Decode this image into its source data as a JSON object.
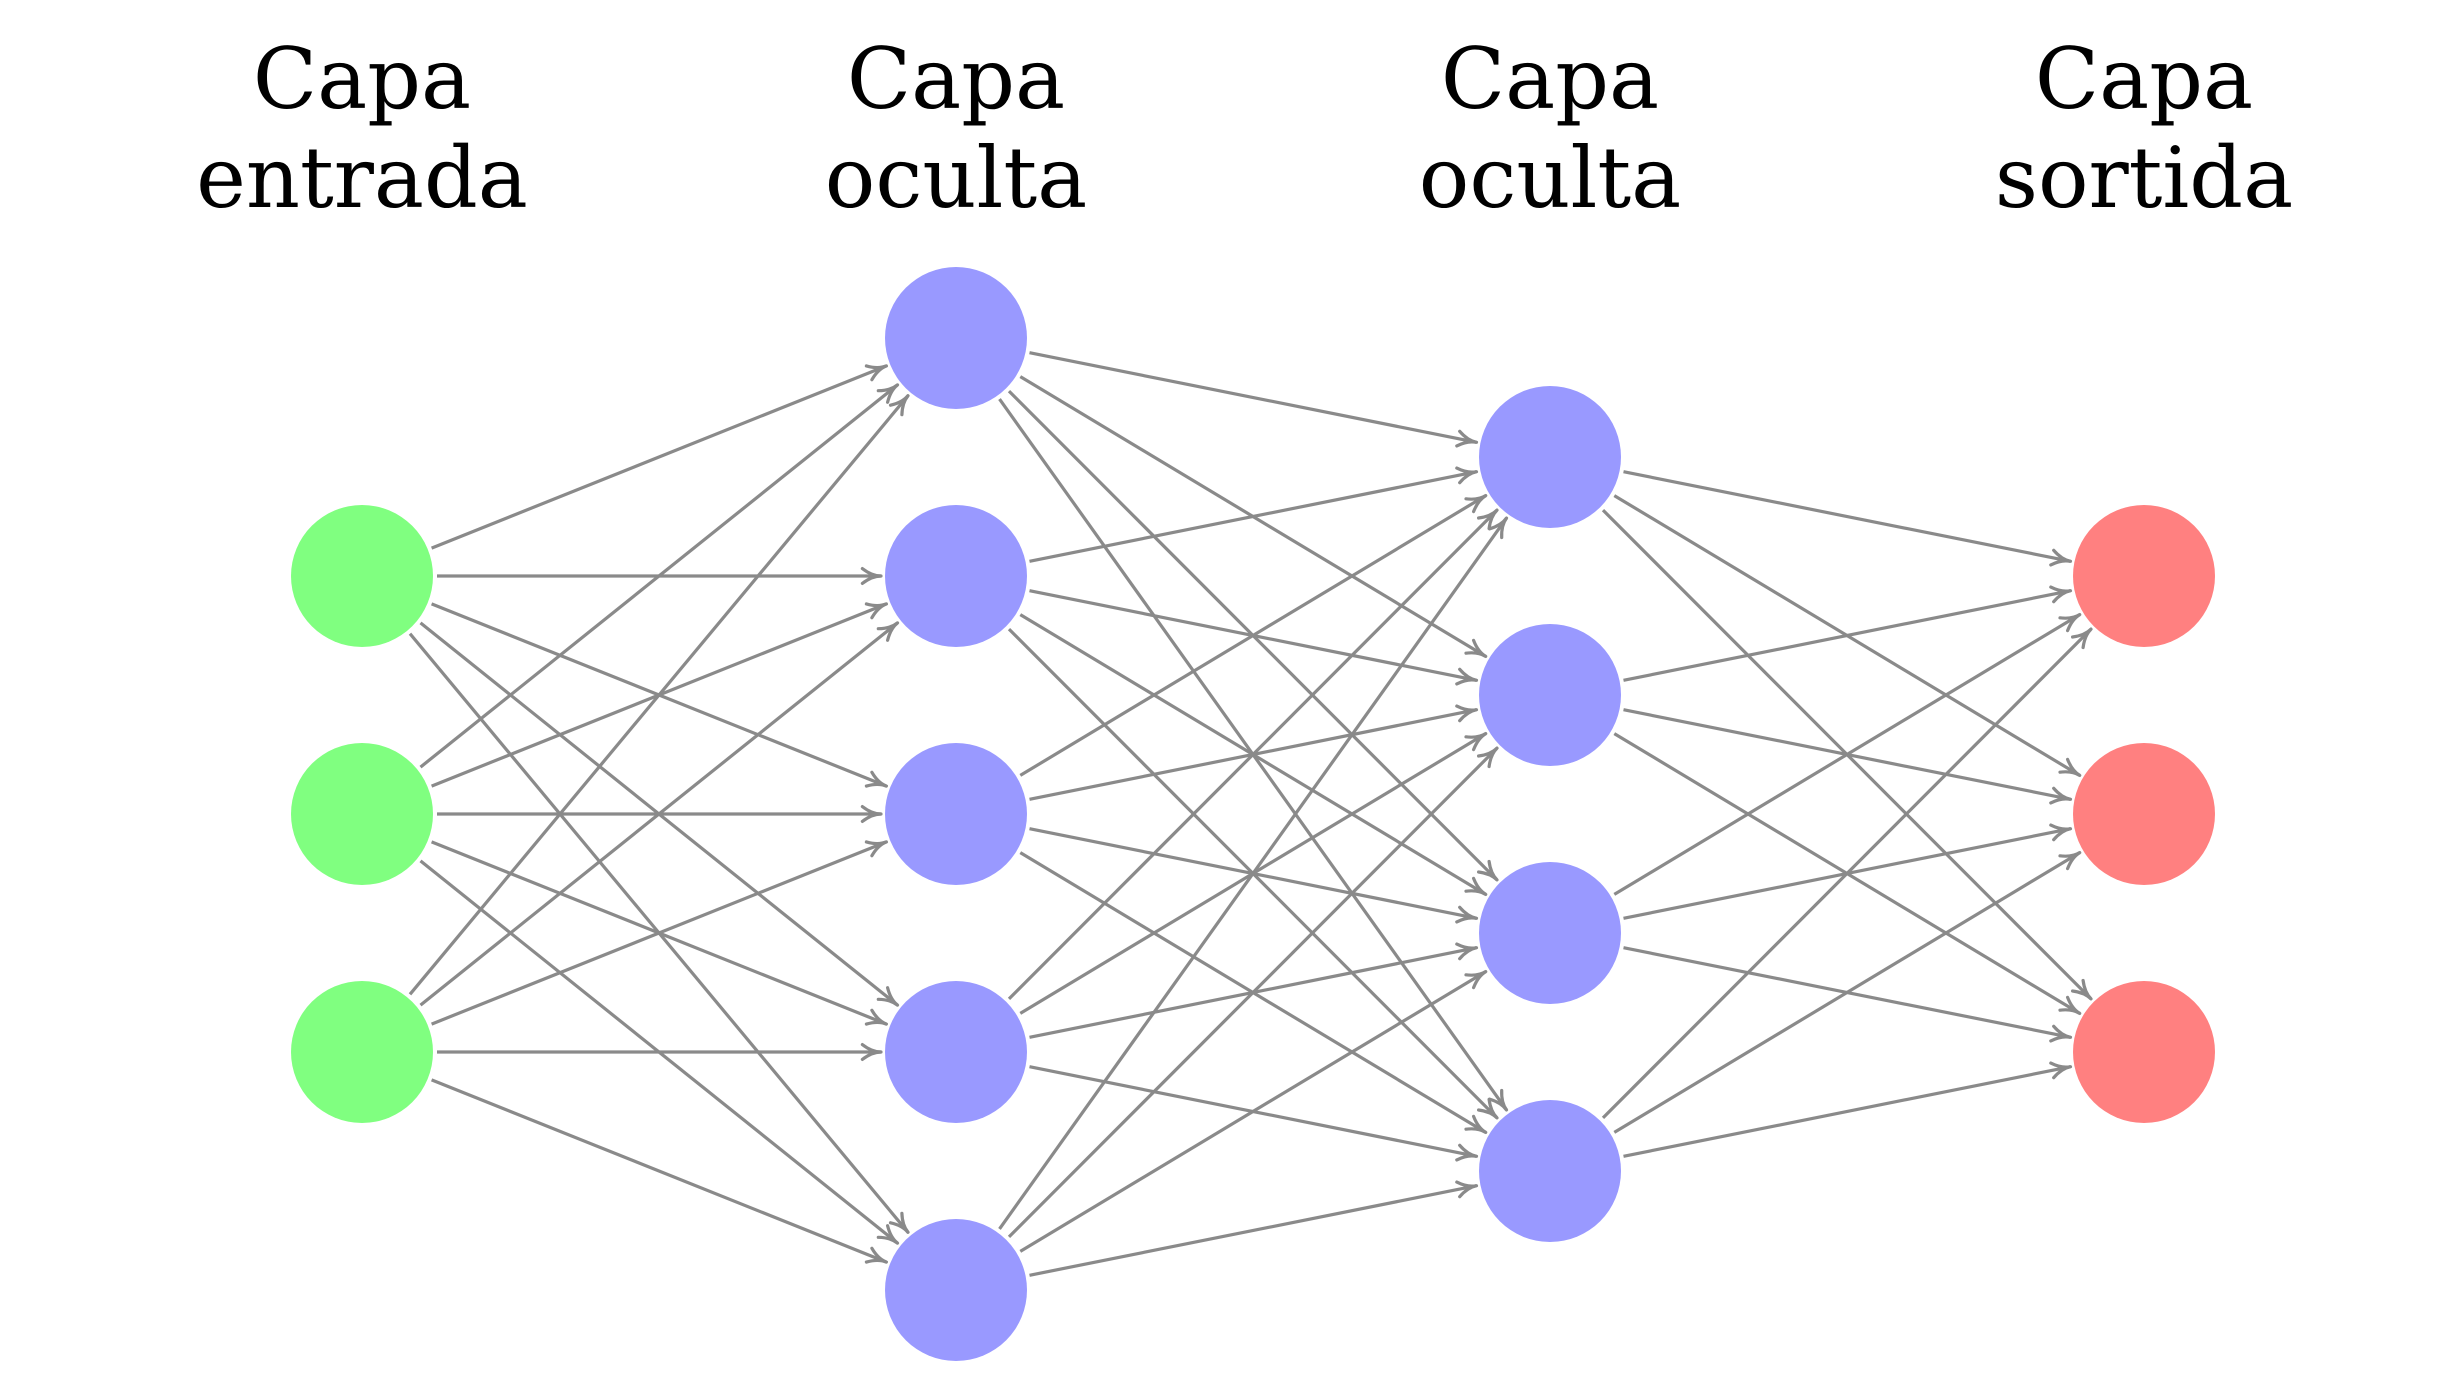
{
  "layers": [
    {
      "title_line1": "Capa",
      "title_line2": "entrada",
      "nodes": 3,
      "color": "#80ff80"
    },
    {
      "title_line1": "Capa",
      "title_line2": "oculta",
      "nodes": 5,
      "color": "#9999ff"
    },
    {
      "title_line1": "Capa",
      "title_line2": "oculta",
      "nodes": 4,
      "color": "#9999ff"
    },
    {
      "title_line1": "Capa",
      "title_line2": "sortida",
      "nodes": 3,
      "color": "#ff8080"
    }
  ],
  "edge_color": "#8a8a8a",
  "connectivity": "fully-connected"
}
